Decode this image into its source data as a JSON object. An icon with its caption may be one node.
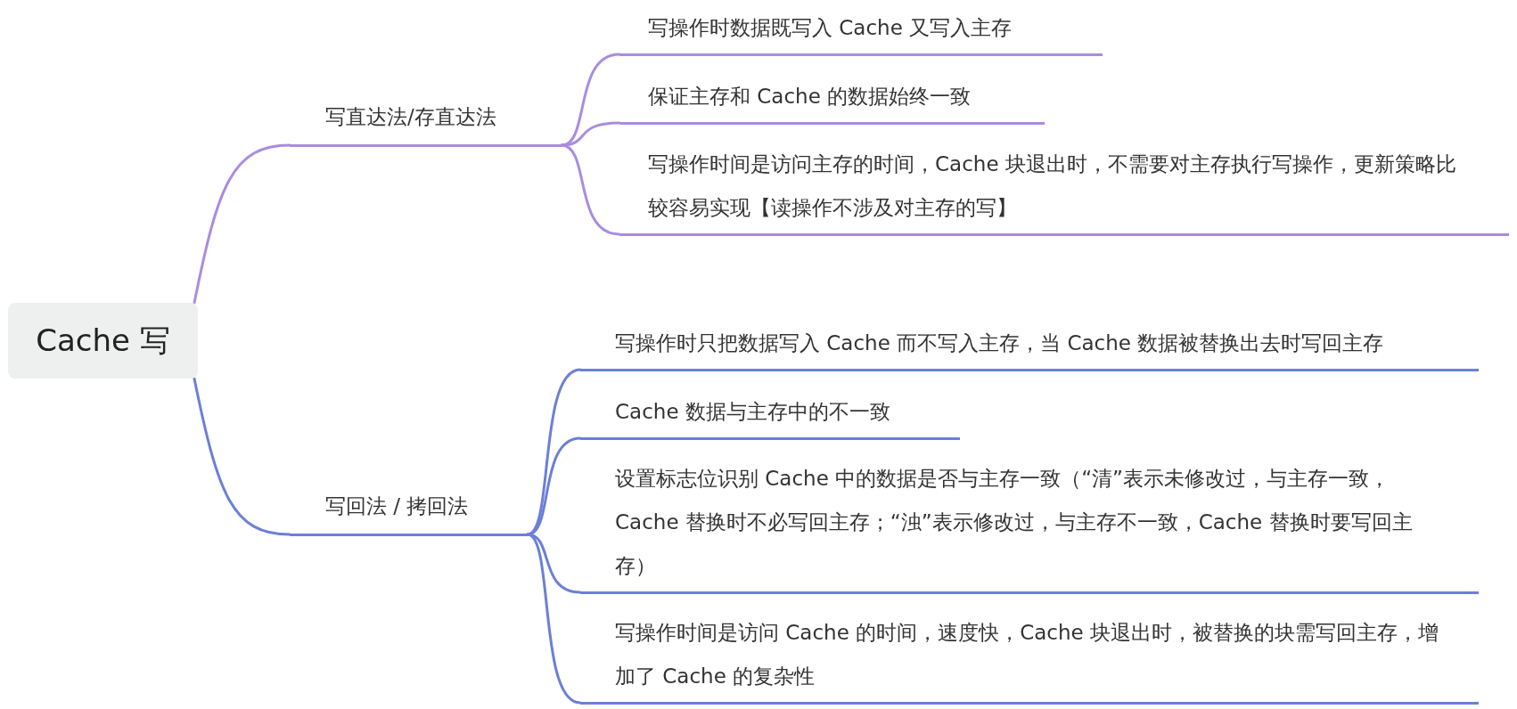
{
  "diagram": {
    "nodes": [
      {
        "text": [
          "Cache 写"
        ]
      },
      {
        "text": [
          "写直达法/存直达法"
        ]
      },
      {
        "text": [
          "写操作时数据既写入 Cache 又写入主存"
        ]
      },
      {
        "text": [
          "保证主存和 Cache 的数据始终一致"
        ]
      },
      {
        "text": [
          "写操作时间是访问主存的时间，Cache 块退出时，不需要对主存执行写操作，更新策略比较容易实现【读操作不涉及对主存的写】"
        ]
      },
      {
        "text": [
          "写回法 / 拷回法"
        ]
      },
      {
        "text": [
          "写操作时只把数据写入 Cache 而不写入主存，当 Cache 数据被替换出去时写回主存"
        ]
      },
      {
        "text": [
          "Cache 数据与主存中的不一致"
        ]
      },
      {
        "text": [
          "设置标志位识别 Cache 中的数据是否与主存一致（“清”表示未修改过，与主存一致，Cache 替换时不必写回主存；“浊”表示修改过，与主存不一致，Cache 替换时要写回主存）"
        ]
      },
      {
        "text": [
          "写操作时间是访问 Cache 的时间，速度快，Cache 块退出时，被替换的块需写回主存，增加了 Cache 的复杂性"
        ]
      }
    ],
    "edges": [
      {
        "from": 0,
        "to": 1,
        "arrow": "none",
        "color": "#a98ce0"
      },
      {
        "from": 1,
        "to": 2,
        "arrow": "none",
        "color": "#a98ce0"
      },
      {
        "from": 1,
        "to": 3,
        "arrow": "none",
        "color": "#a98ce0"
      },
      {
        "from": 1,
        "to": 4,
        "arrow": "none",
        "color": "#a98ce0"
      },
      {
        "from": 0,
        "to": 5,
        "arrow": "none"
      },
      {
        "from": 5,
        "to": 6,
        "arrow": "none"
      },
      {
        "from": 5,
        "to": 7,
        "arrow": "none"
      },
      {
        "from": 5,
        "to": 8,
        "arrow": "none"
      },
      {
        "from": 5,
        "to": 9,
        "arrow": "none"
      }
    ]
  }
}
